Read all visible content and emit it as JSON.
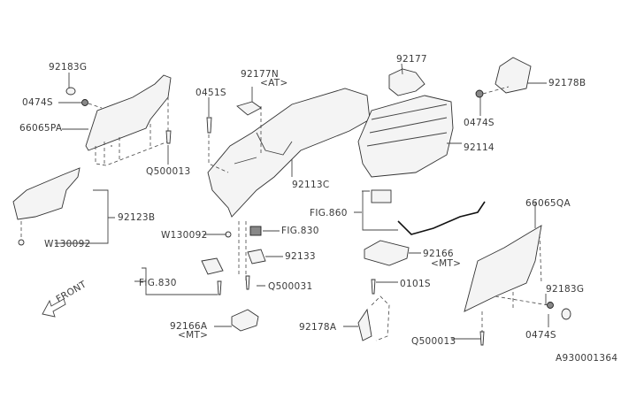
{
  "diagram": {
    "callouts": [
      "92183G",
      "0474S",
      "66065PA",
      "Q500013",
      "92123B",
      "W130092",
      "0451S",
      "92177N",
      "<AT>",
      "92113C",
      "W130092",
      "FIG.830",
      "92133",
      "FIG.830",
      "Q500031",
      "92166A",
      "<MT>",
      "92177",
      "92178B",
      "0474S",
      "92114",
      "FIG.860",
      "92166",
      "<MT>",
      "66065QA",
      "0101S",
      "92183G",
      "92178A",
      "Q500013",
      "0474S"
    ],
    "front_label": "FRONT",
    "diagram_id": "A930001364"
  }
}
